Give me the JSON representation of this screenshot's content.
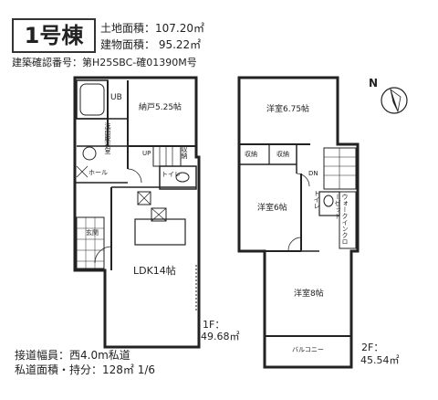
{
  "header": {
    "building": "1号棟",
    "land_area": "土地面積：107.20㎡",
    "building_area": "建物面積： 95.22㎡",
    "permit": "建築確認番号：第H25SBC-確01390M号"
  },
  "floor1": {
    "ub": "UB",
    "storage": "納戸5.25帖",
    "washroom": "洗面脱衣室",
    "up": "UP",
    "closet": "収納",
    "hall": "ホール",
    "toilet": "トイレ",
    "entrance": "玄関",
    "ldk": "LDK14帖",
    "floor_label": "1F：",
    "floor_area": "49.68㎡"
  },
  "floor2": {
    "western_675": "洋室6.75帖",
    "closet_a": "収納",
    "closet_b": "収納",
    "dn": "DN",
    "toilet": "トイレ",
    "western_6": "洋室6帖",
    "walkin": "ウォークインクローゼット",
    "western_8": "洋室8帖",
    "balcony": "バルコニー",
    "floor_label": "2F：",
    "floor_area": "45.54㎡"
  },
  "compass": {
    "label": "N",
    "icon": "compass-icon"
  },
  "footer": {
    "road_width": "接道幅員：西4.0m私道",
    "road_area": "私道面積・持分：128㎡ 1/6"
  }
}
